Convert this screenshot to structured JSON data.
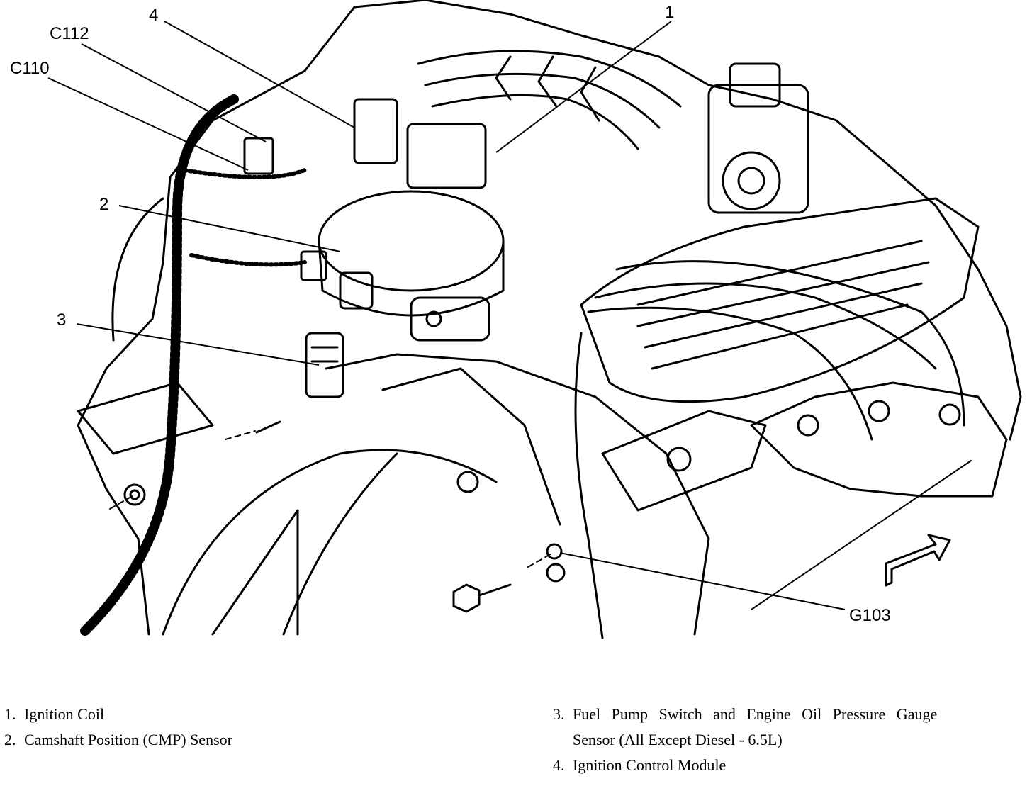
{
  "diagram": {
    "callouts": [
      {
        "id": "c1",
        "label": "1"
      },
      {
        "id": "c2",
        "label": "2"
      },
      {
        "id": "c3",
        "label": "3"
      },
      {
        "id": "c4",
        "label": "4"
      },
      {
        "id": "c110",
        "label": "C110"
      },
      {
        "id": "c112",
        "label": "C112"
      },
      {
        "id": "g103",
        "label": "G103"
      }
    ]
  },
  "legend": {
    "items": [
      {
        "num": "1.",
        "text": "Ignition Coil"
      },
      {
        "num": "2.",
        "text": "Camshaft Position (CMP) Sensor"
      },
      {
        "num": "3.",
        "text": "Fuel Pump Switch and Engine Oil Pressure Gauge",
        "cont": "Sensor (All Except Diesel - 6.5L)"
      },
      {
        "num": "4.",
        "text": "Ignition Control Module"
      }
    ]
  }
}
